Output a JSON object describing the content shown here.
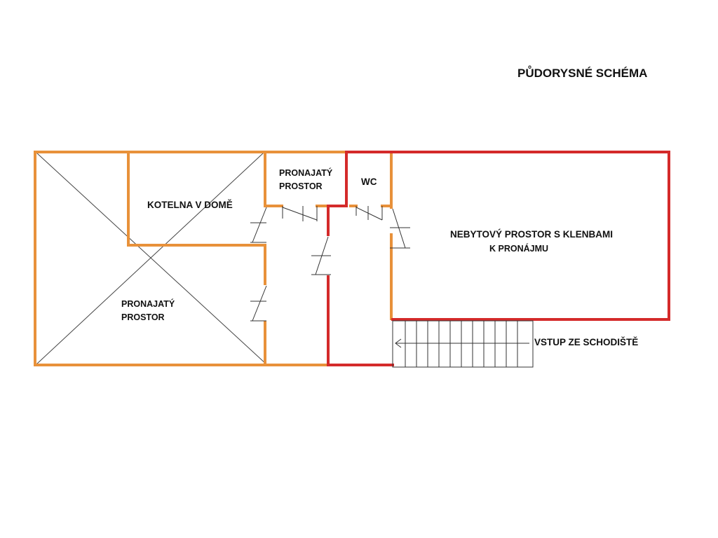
{
  "title": "PŮDORYSNÉ SCHÉMA",
  "rooms": {
    "rented_left": {
      "line1": "PRONAJATÝ",
      "line2": "PROSTOR"
    },
    "boiler": {
      "label": "KOTELNA V DOMĚ"
    },
    "rented_small": {
      "line1": "PRONAJATÝ",
      "line2": "PROSTOR"
    },
    "wc": {
      "label": "WC"
    },
    "commercial": {
      "line1": "NEBYTOVÝ PROSTOR S KLENBAMI",
      "line2": "K PRONÁJMU"
    }
  },
  "entrance": {
    "label": "VSTUP ZE SCHODIŠTĚ"
  },
  "colors": {
    "rented_walls": "#e8913a",
    "for_rent_walls": "#d42a2a",
    "thin_lines": "#333333",
    "text": "#111111"
  }
}
